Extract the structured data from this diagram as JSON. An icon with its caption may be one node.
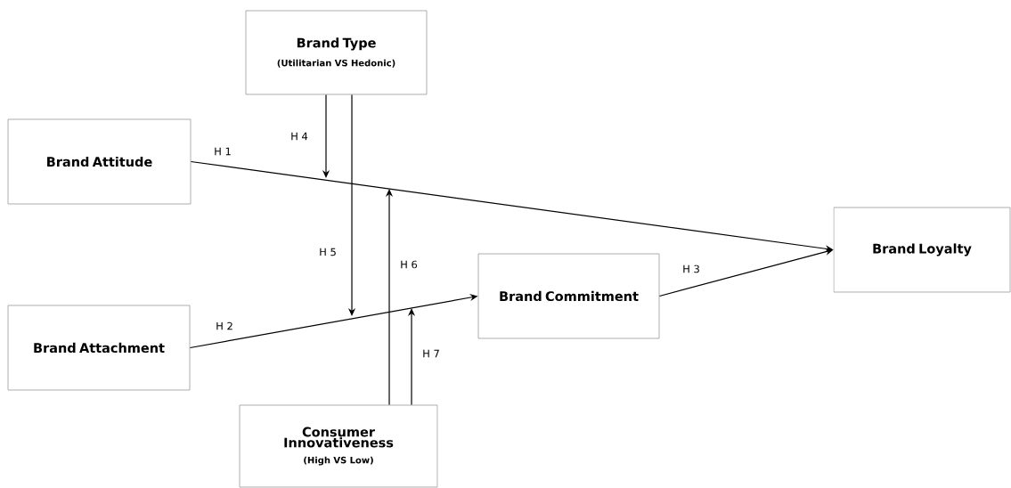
{
  "diagram": {
    "nodes": [
      {
        "text": [
          "Brand Type",
          "(Utilitarian VS Hedonic)"
        ]
      },
      {
        "text": [
          "Brand Attitude"
        ]
      },
      {
        "text": [
          "Brand Attachment"
        ]
      },
      {
        "text": [
          "Brand Commitment"
        ]
      },
      {
        "text": [
          "Brand Loyalty"
        ]
      },
      {
        "text": [
          "Consumer Innovativeness",
          "(High VS Low)"
        ]
      }
    ],
    "edges": [
      {
        "from": 1,
        "to": 4,
        "arrow": "to",
        "label": "H 1"
      },
      {
        "from": 2,
        "to": 3,
        "arrow": "to",
        "label": "H 2"
      },
      {
        "from": 3,
        "to": 4,
        "arrow": "to",
        "label": "H 3"
      },
      {
        "from": 0,
        "to": null,
        "arrow": "to",
        "label": "H 4"
      },
      {
        "from": 0,
        "to": null,
        "arrow": "to",
        "label": "H 5"
      },
      {
        "from": 5,
        "to": null,
        "arrow": "to",
        "label": "H 6"
      },
      {
        "from": 5,
        "to": null,
        "arrow": "to",
        "label": "H 7"
      }
    ]
  }
}
